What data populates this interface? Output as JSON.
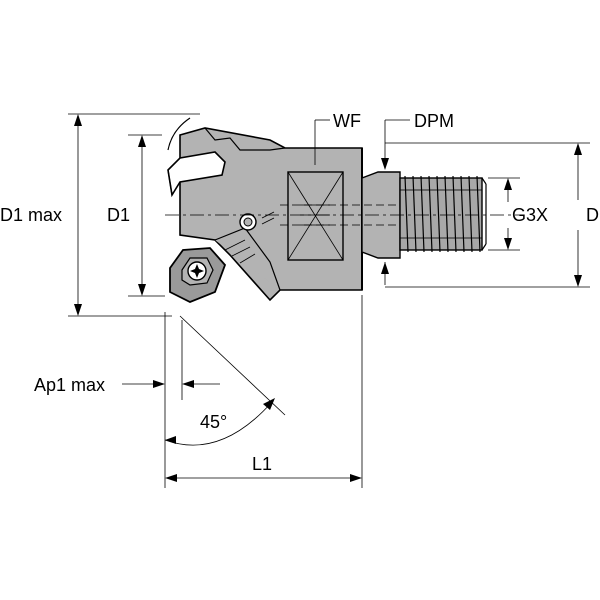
{
  "labels": {
    "d1_max": "D1 max",
    "d1": "D1",
    "wf": "WF",
    "dpm": "DPM",
    "g3x": "G3X",
    "d": "D",
    "ap1_max": "Ap1 max",
    "angle": "45°",
    "l1": "L1"
  },
  "colors": {
    "body_gray": "#b3b3b3",
    "insert_gray": "#9a9a9a",
    "thread_gray": "#a8a8a8",
    "line": "#000000"
  }
}
